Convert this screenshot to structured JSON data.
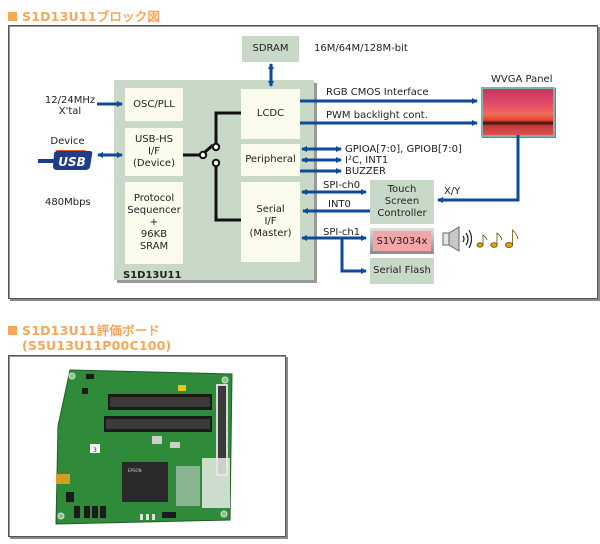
{
  "section1": {
    "heading": "S1D13U11ブロック図"
  },
  "diagram": {
    "sdram": "SDRAM",
    "sdram_size": "16M/64M/128M-bit",
    "chip_name": "S1D13U11",
    "blocks": {
      "osc_pll": "OSC/PLL",
      "usb_hs": "USB-HS\nI/F\n(Device)",
      "protocol": "Protocol\nSequencer\n+\n96KB\nSRAM",
      "lcdc": "LCDC",
      "peripheral": "Peripheral",
      "serial_if": "Serial\nI/F\n(Master)"
    },
    "left_labels": {
      "xtal": "12/24MHz\nX'tal",
      "device": "Device",
      "usb_logo": "USB",
      "speed": "480Mbps"
    },
    "right_labels": {
      "rgb": "RGB CMOS Interface",
      "pwm": "PWM backlight cont.",
      "panel": "WVGA Panel",
      "gpio": "GPIOA[7:0], GPIOB[7:0]",
      "i2c": "I²C, INT1",
      "buzzer": "BUZZER",
      "spi0": "SPI-ch0",
      "int0": "INT0",
      "spi1": "SPI-ch1",
      "xy": "X/Y"
    },
    "external": {
      "touch": "Touch\nScreen\nController",
      "s1v": "S1V3034x",
      "flash": "Serial Flash"
    },
    "colors": {
      "arrow": "#0d4a9a",
      "chip_bg": "#c9d9c8",
      "block_bg": "#fbfbee",
      "heading": "#f7a65a",
      "s1v_bg": "#f3a6a6"
    }
  },
  "section2": {
    "heading_line1": "S1D13U11評価ボード",
    "heading_line2": "(S5U13U11P00C100)",
    "board_label": "3",
    "board_chip_text": "EPSON"
  }
}
